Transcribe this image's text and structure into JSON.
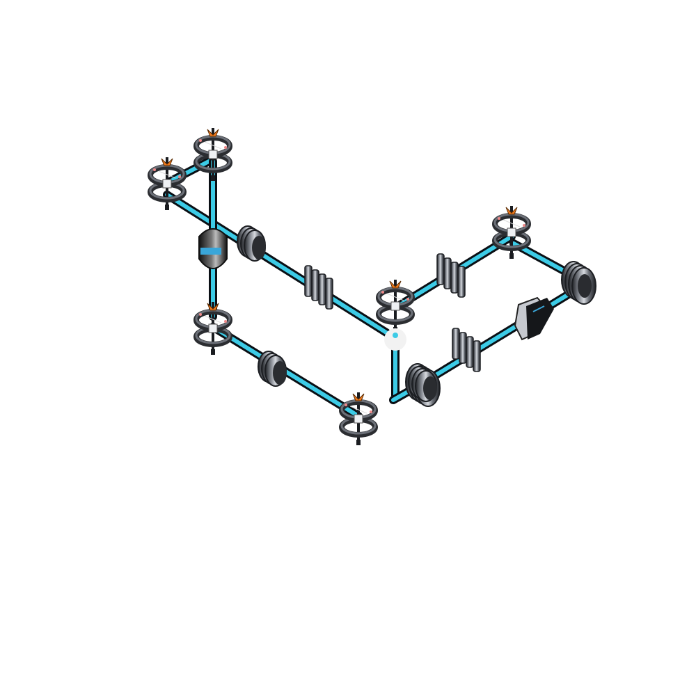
{
  "colors": {
    "background": "#ffffff",
    "beam": "#3ccbe6",
    "beam_core": "#0a0f14",
    "metal_dark": "#2b2d31",
    "metal_mid": "#6c7078",
    "metal_light": "#c9ccd2",
    "accent_orange": "#f07a1c",
    "accent_blue": "#3aa6d9"
  },
  "components": [
    {
      "kind": "bend-mirror",
      "icon": "bending-mirror-icon"
    },
    {
      "kind": "bend-mirror",
      "icon": "bending-mirror-icon"
    },
    {
      "kind": "bend-mirror",
      "icon": "bending-mirror-icon"
    },
    {
      "kind": "bend-mirror",
      "icon": "bending-mirror-icon"
    },
    {
      "kind": "bend-mirror",
      "icon": "bending-mirror-icon"
    },
    {
      "kind": "bend-mirror",
      "icon": "bending-mirror-icon"
    },
    {
      "kind": "focusing-lens",
      "icon": "lens-icon"
    },
    {
      "kind": "focusing-lens",
      "icon": "lens-icon"
    },
    {
      "kind": "focusing-lens",
      "icon": "lens-icon"
    },
    {
      "kind": "focusing-lens",
      "icon": "lens-icon"
    },
    {
      "kind": "focusing-lens",
      "icon": "lens-icon"
    },
    {
      "kind": "beam-expander",
      "icon": "expander-icon"
    },
    {
      "kind": "beam-expander",
      "icon": "expander-icon"
    },
    {
      "kind": "beam-expander",
      "icon": "expander-icon"
    },
    {
      "kind": "laser-head",
      "icon": "laser-head-icon"
    },
    {
      "kind": "cutting-nozzle",
      "icon": "nozzle-icon"
    }
  ]
}
